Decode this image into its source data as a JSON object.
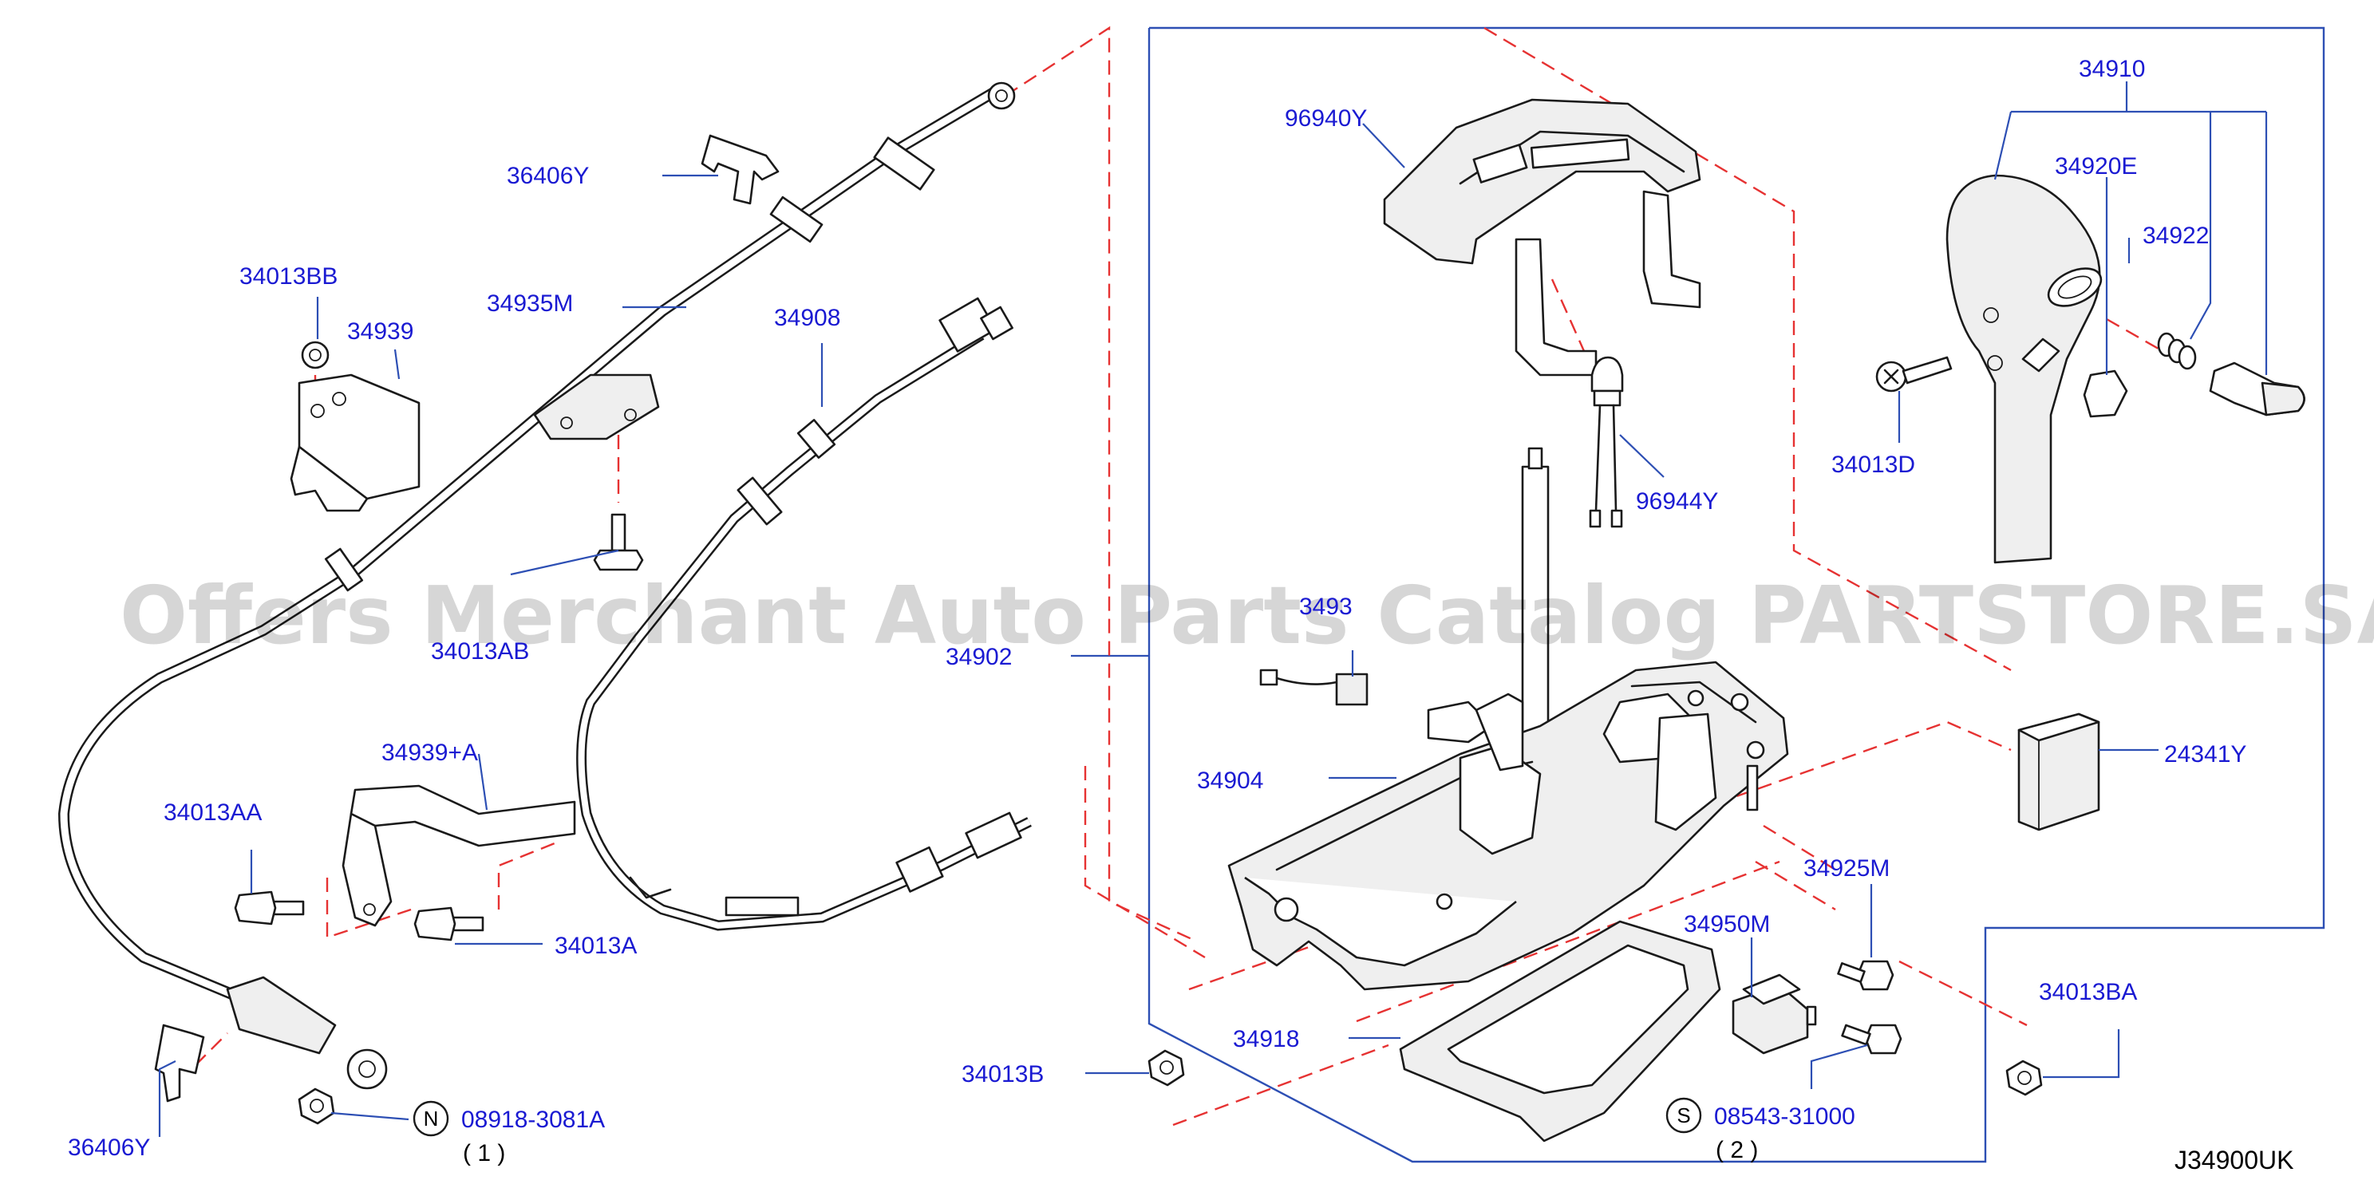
{
  "labels": {
    "p96940Y": "96940Y",
    "p34910": "34910",
    "p34920E": "34920E",
    "p34922": "34922",
    "p34013D": "34013D",
    "p96944Y": "96944Y",
    "p36406Y_top": "36406Y",
    "p34013BB": "34013BB",
    "p34939": "34939",
    "p34935M": "34935M",
    "p34908": "34908",
    "p34013AB": "34013AB",
    "p34902": "34902",
    "p3493x": "3493",
    "p34904": "34904",
    "p24341Y": "24341Y",
    "p34939A": "34939+A",
    "p34013AA": "34013AA",
    "p34013A": "34013A",
    "p34925M": "34925M",
    "p34950M": "34950M",
    "p34013BA": "34013BA",
    "p34918": "34918",
    "p34013B": "34013B",
    "p36406Y_bottom": "36406Y"
  },
  "refs": {
    "nut_symbol": "N",
    "nut_part": "08918-3081A",
    "nut_qty": "( 1 )",
    "screw_symbol": "S",
    "screw_part": "08543-31000",
    "screw_qty": "( 2 )"
  },
  "diagram_code": "J34900UK",
  "watermark": "Offers Merchant Auto Parts Catalog PARTSTORE.SA",
  "colors": {
    "label": "#1a1ad2",
    "leader": "#2d4fb4",
    "dashed_guide": "#e63232",
    "outline": "#1a1a1a"
  }
}
